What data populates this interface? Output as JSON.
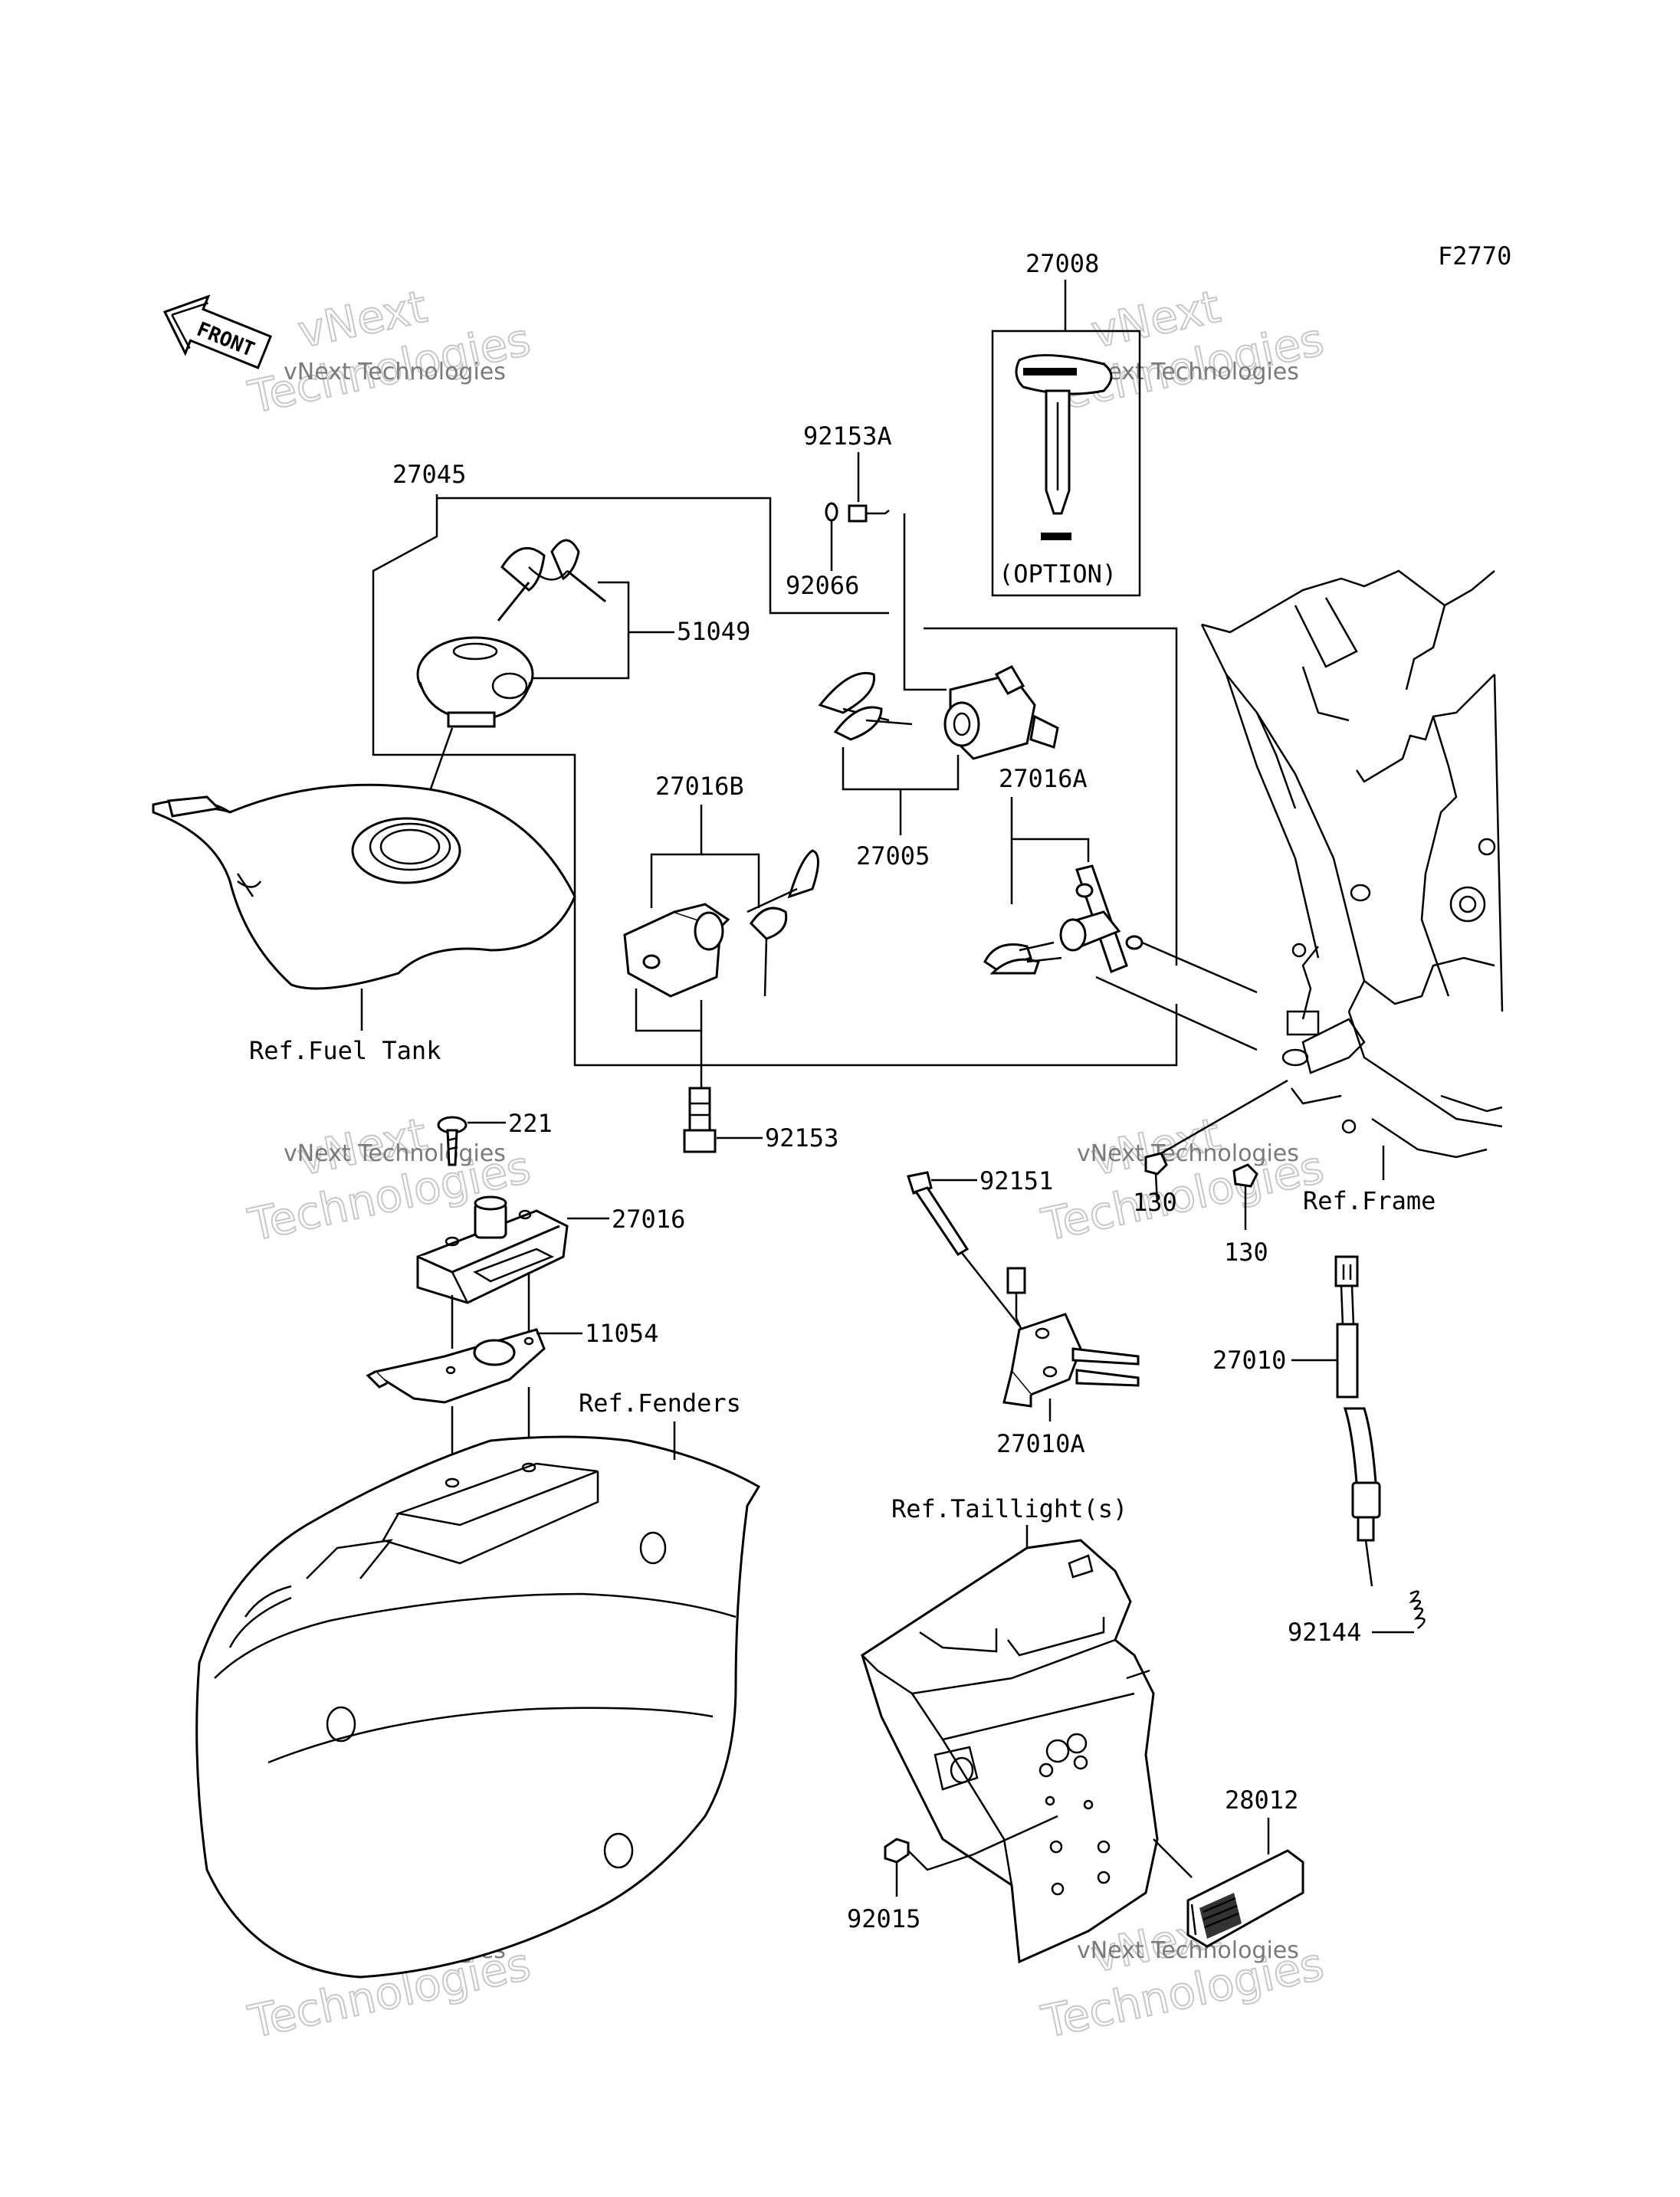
{
  "diagram_code": "F2770",
  "front_label": "FRONT",
  "watermark": {
    "line1": "vNext",
    "line2": "Technologies",
    "small": "vNext Technologies"
  },
  "parts": {
    "p27008": "27008",
    "option": "(OPTION)",
    "p92153A": "92153A",
    "p92066": "92066",
    "p27045": "27045",
    "p51049": "51049",
    "p27016B": "27016B",
    "p27005": "27005",
    "p27016A": "27016A",
    "p92153": "92153",
    "p221": "221",
    "p27016": "27016",
    "p11054": "11054",
    "p92151": "92151",
    "p130a": "130",
    "p130b": "130",
    "p27010": "27010",
    "p27010A": "27010A",
    "p92144": "92144",
    "p28012": "28012",
    "p92015": "92015"
  },
  "refs": {
    "fuel_tank": "Ref.Fuel Tank",
    "frame": "Ref.Frame",
    "fenders": "Ref.Fenders",
    "taillight": "Ref.Taillight(s)"
  }
}
